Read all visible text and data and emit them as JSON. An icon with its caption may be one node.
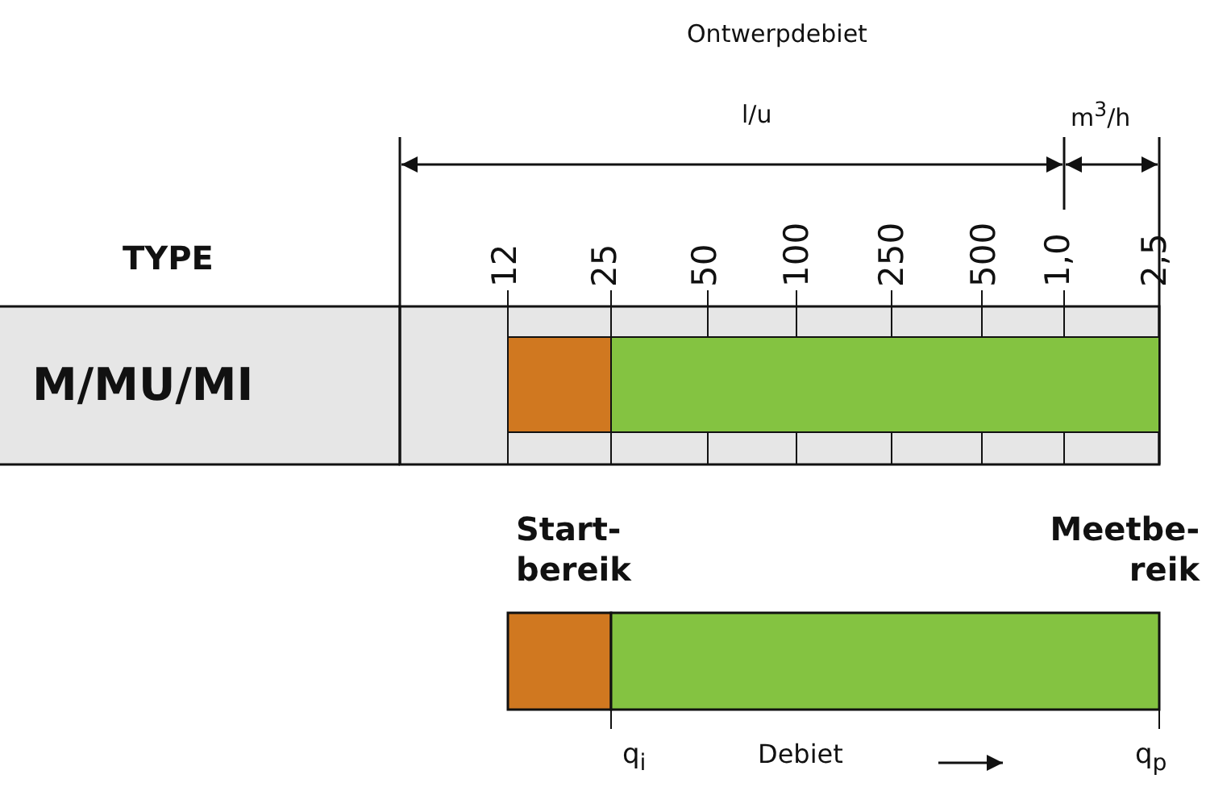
{
  "diagram": {
    "title": "Ontwerpdebiet",
    "labels": [
      "l/u",
      "m$^{3}$/h",
      "TYPE",
      "12",
      "25",
      "50",
      "100",
      "250",
      "500",
      "1,0",
      "2,5",
      "M/MU/MI",
      "q$_{i}$",
      "Debiet",
      "q$_{p}$"
    ],
    "legend": [
      {
        "text": "Start- bereik",
        "color": "#d07820"
      },
      {
        "text": "Meetbe- reik",
        "color": "#84c341"
      }
    ]
  }
}
